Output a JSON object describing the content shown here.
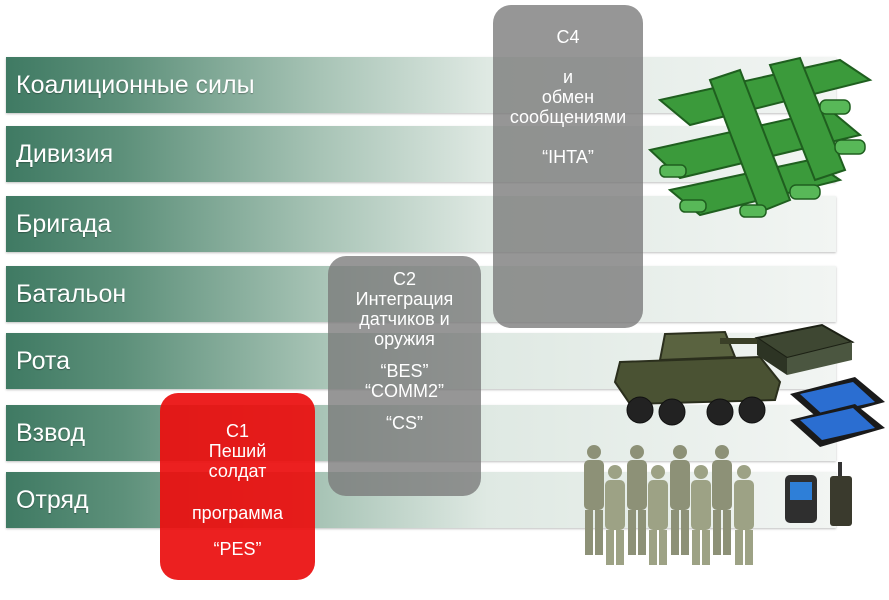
{
  "levels": [
    "Коалиционные силы",
    "Дивизия",
    "Бригада",
    "Батальон",
    "Рота",
    "Взвод",
    "Отряд"
  ],
  "c4": {
    "title": "С4",
    "l1": "и",
    "l2": "обмен",
    "l3": "сообщениями",
    "l4": "“IHTA”"
  },
  "c2": {
    "title": "С2",
    "l1": "Интеграция",
    "l2": "датчиков и",
    "l3": "оружия",
    "l4": "“BES”",
    "l5": "“COMM2”",
    "l6": "“CS”"
  },
  "c1": {
    "title": "С1",
    "l1": "Пеший",
    "l2": "солдат",
    "l3": "программа",
    "l4": "“PES”"
  },
  "colors": {
    "band": "#3f7a63",
    "c4_box": "#7a7a7a",
    "c2_box": "#7a7a7a",
    "c1_box": "#eb0f0f",
    "network": "#3b9a3b"
  }
}
